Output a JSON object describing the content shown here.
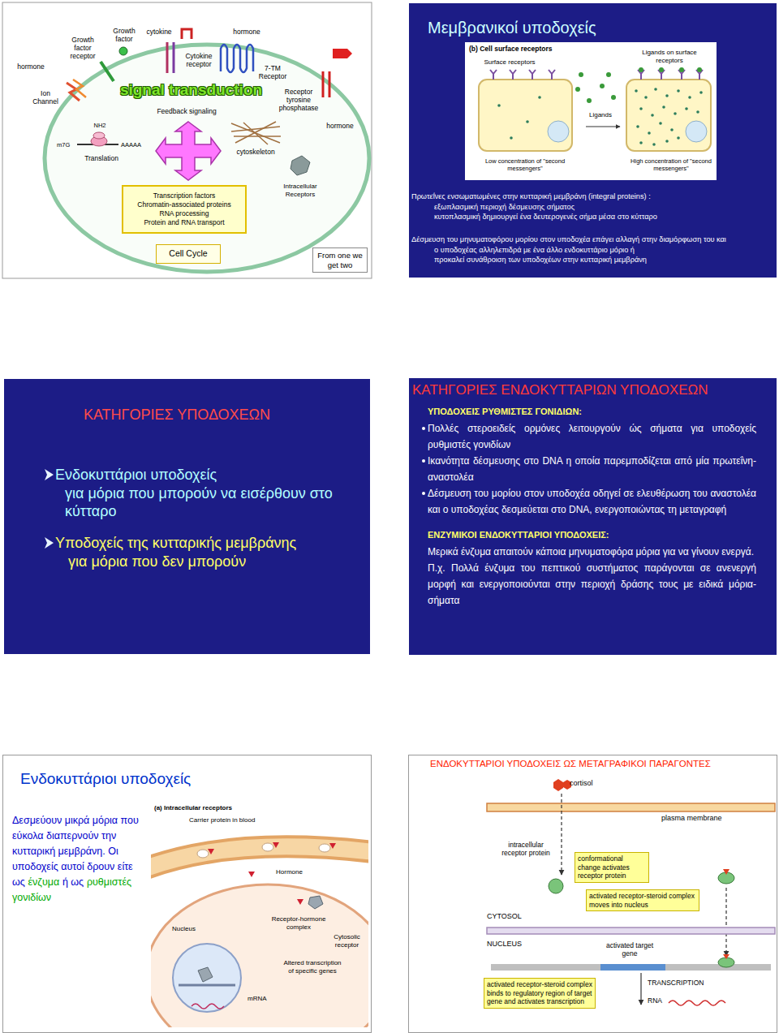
{
  "diagram": {
    "nodes": [
      {
        "text": [
          "Transcription factors",
          "Chromatin-associated proteins",
          "RNA processing",
          "Protein and RNA transport"
        ]
      },
      {
        "text": [
          "Cell Cycle"
        ]
      },
      {
        "text": [
          "From one we get two"
        ]
      },
      {
        "text": [
          "Μεμβρανικοί υποδοχείς",
          "Πρωτεΐνες ενσωματωμένες στην κυτταρική μεμβράνη (integral proteins) :",
          "εξωπλασμική περιοχή δέσμευσης σήματος",
          "κυτοπλασμική δημιουργεί ένα δευτερογενές σήμα μέσα στο κύτταρο",
          "Δέσμευση του μηνυματοφόρου μορίου στον υποδοχέα επάγει αλλαγή στην διαμόρφωση του και",
          "ο υποδοχέας αλληλεπιδρά με ένα άλλο ενδοκυττάριο μόριο ή",
          "προκαλεί συνάθροιση των υποδοχέων στην κυτταρική μεμβράνη"
        ]
      },
      {
        "text": [
          "ΚΑΤΗΓΟΡΙΕΣ ΥΠΟΔΟΧΕΩΝ",
          "Ενδοκυττάριοι υποδοχείς",
          "για μόρια που μπορούν να εισέρθουν στο κύτταρο",
          "Υποδοχείς της κυτταρικής μεμβράνης",
          "για μόρια που δεν μπορούν"
        ]
      },
      {
        "text": [
          "ΚΑΤΗΓΟΡΙΕΣ ΕΝΔΟΚΥΤΤΑΡΙΩΝ ΥΠΟΔΟΧΕΩΝ",
          "ΥΠΟΔΟΧΕΙΣ ΡΥΘΜΙΣΤΕΣ ΓΟΝΙΔΙΩΝ:",
          "Πολλές στεροειδείς ορμόνες λειτουργούν ώς σήματα για υποδοχείς ρυθμιστές γονιδίων",
          "Ικανότητα δέσμευσης στο DNA η οποία παρεμποδίζεται από μία πρωτεΐνη- αναστολέα",
          "Δέσμευση του μορίου στον υποδοχέα οδηγεί σε ελευθέρωση του αναστολέα και ο υποδοχέας δεσμεύεται στο DNA, ενεργοποιώντας τη μεταγραφή",
          "ΕΝΖΥΜΙΚΟΙ ΕΝΔΟΚΥΤΤΑΡΙΟΙ ΥΠΟΔΟΧΕΙΣ:",
          "Μερικά ένζυμα απαιτούν κάποια μηνυματοφόρα μόρια για να γίνουν ενεργά.",
          "Π.χ. Πολλά ένζυμα του πεπτικού συστήματος παράγονται σε ανενεργή μορφή και ενεργοποιούνται στην περιοχή δράσης τους με ειδικά μόρια-σήματα"
        ]
      },
      {
        "text": [
          "Ενδοκυττάριοι υποδοχείς",
          "Δεσμεύουν μικρά μόρια που εύκολα διαπερνούν την κυτταρική μεμβράνη. Οι υποδοχείς αυτοί δρουν είτε ως",
          "ένζυμα",
          "ή ως",
          "ρυθμιστές γονιδίων"
        ]
      },
      {
        "text": [
          "ΕΝΔΟΚΥΤΤΑΡΙΟΙ ΥΠΟΔΟΧΕΙΣ ΩΣ ΜΕΤΑΓΡΑΦΙΚΟΙ ΠΑΡΑΓΟΝΤΕΣ"
        ]
      },
      {
        "text": [
          "conformational change activates receptor protein"
        ],
        "in": 7
      },
      {
        "text": [
          "activated receptor-steroid complex moves into nucleus"
        ],
        "in": 7
      },
      {
        "text": [
          "activated receptor-steroid complex binds to regulatory region of target gene and activates transcription"
        ],
        "in": 7
      }
    ],
    "labels": [
      "hormone",
      "Ion Channel",
      "Growth factor receptor",
      "Growth factor",
      "cytokine",
      "Cytokine receptor",
      "hormone",
      "7-TM Receptor",
      "signal transduction",
      "Feedback signaling",
      "Receptor tyrosine phosphatase",
      "NH2",
      "m7G",
      "AAAAA",
      "Translation",
      "cytoskeleton",
      "hormone",
      "Intracellular Receptors",
      "(b) Cell surface receptors",
      "Surface receptors",
      "Ligands on surface receptors",
      "Ligands",
      "Low concentration of \"second messengers\"",
      "High concentration of \"second messengers\"",
      "(a) Intracellular receptors",
      "Carrier protein in blood",
      "Hormone",
      "Cytosolic receptor",
      "Receptor-hormone complex",
      "Nucleus",
      "mRNA",
      "Altered transcription of specific genes",
      "cortisol",
      "plasma membrane",
      "intracellular receptor protein",
      "CYTOSOL",
      "NUCLEUS",
      "activated target gene",
      "TRANSCRIPTION",
      "RNA"
    ]
  }
}
